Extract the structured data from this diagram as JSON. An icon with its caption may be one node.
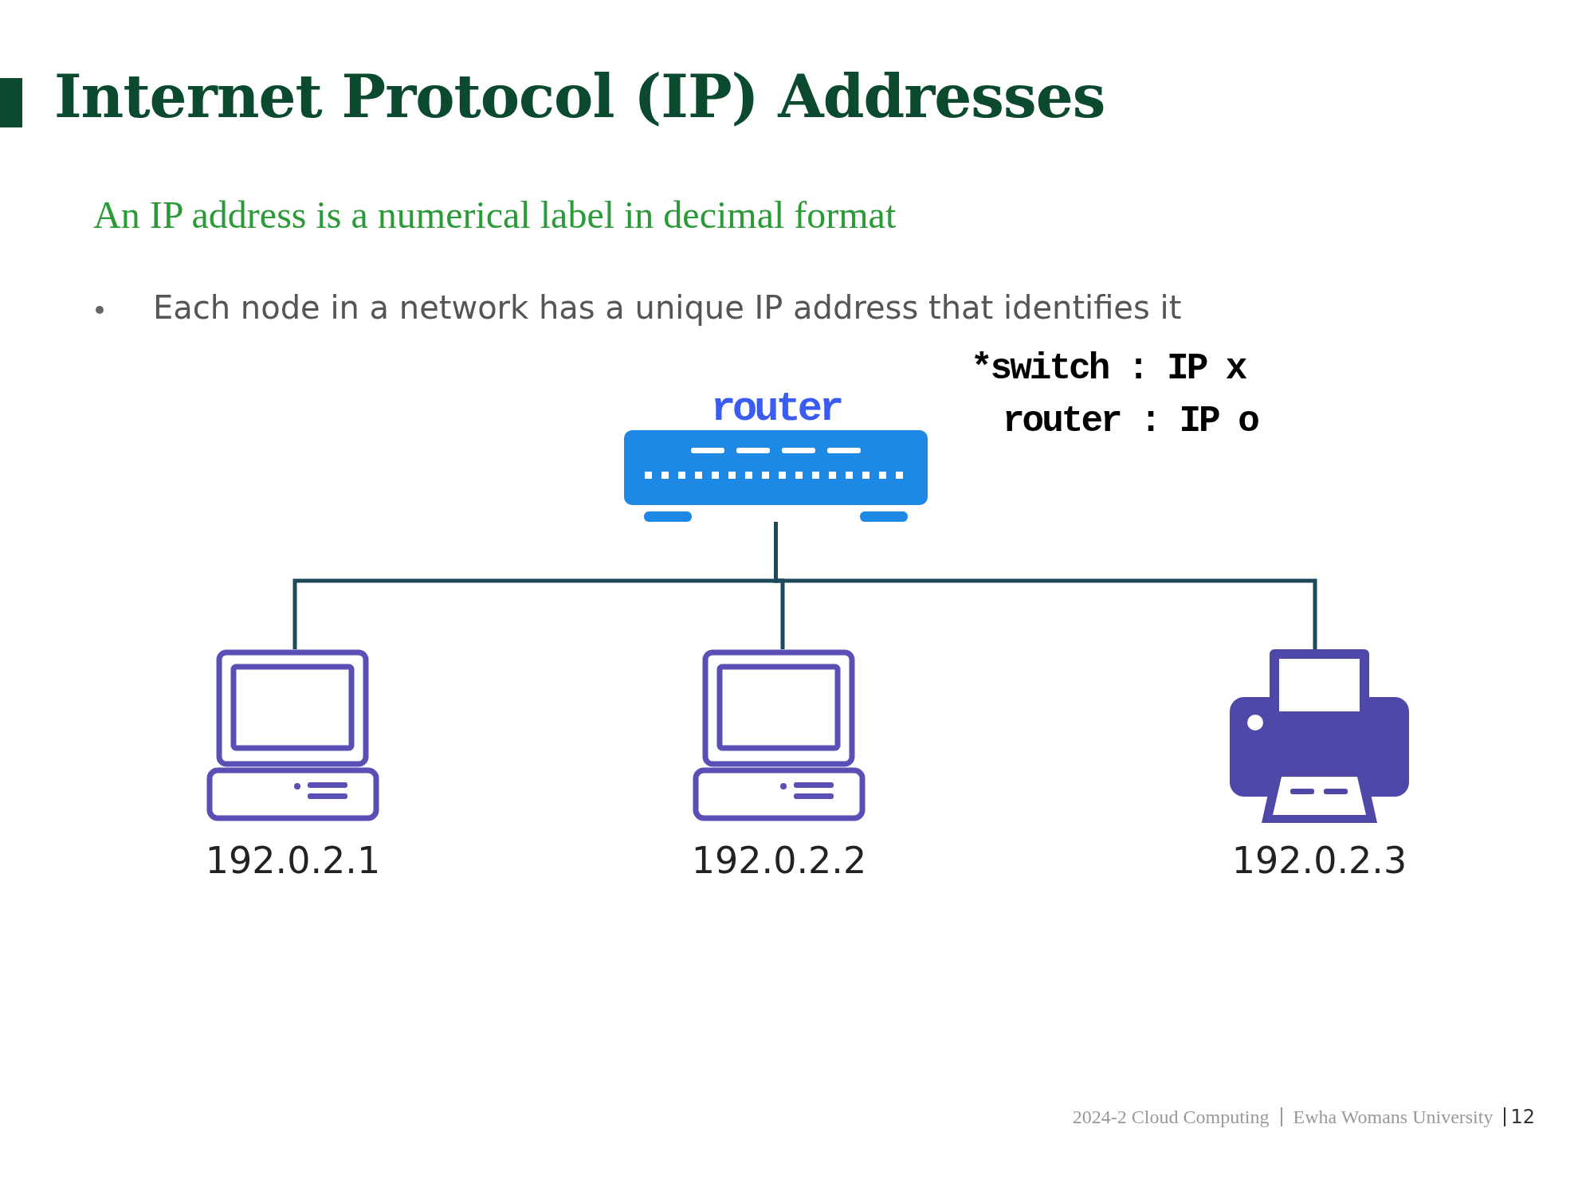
{
  "diagram": {
    "title": "Internet Protocol (IP) Addresses",
    "nodes": [
      {
        "text": [
          "router"
        ]
      },
      {
        "text": [
          "192.0.2.1"
        ]
      },
      {
        "text": [
          "192.0.2.2"
        ]
      },
      {
        "text": [
          "192.0.2.3"
        ]
      }
    ],
    "edges": [
      {
        "from": 0,
        "to": 1,
        "arrow": "none"
      },
      {
        "from": 0,
        "to": 2,
        "arrow": "none"
      },
      {
        "from": 0,
        "to": 3,
        "arrow": "none"
      }
    ],
    "labels": [
      "An IP address is a numerical label in decimal format",
      "Each node in a network has a unique IP address that identifies it",
      "*switch : IP x",
      "router : IP o",
      "2024-2 Cloud Computing",
      "Ewha Womans University",
      "12"
    ]
  }
}
